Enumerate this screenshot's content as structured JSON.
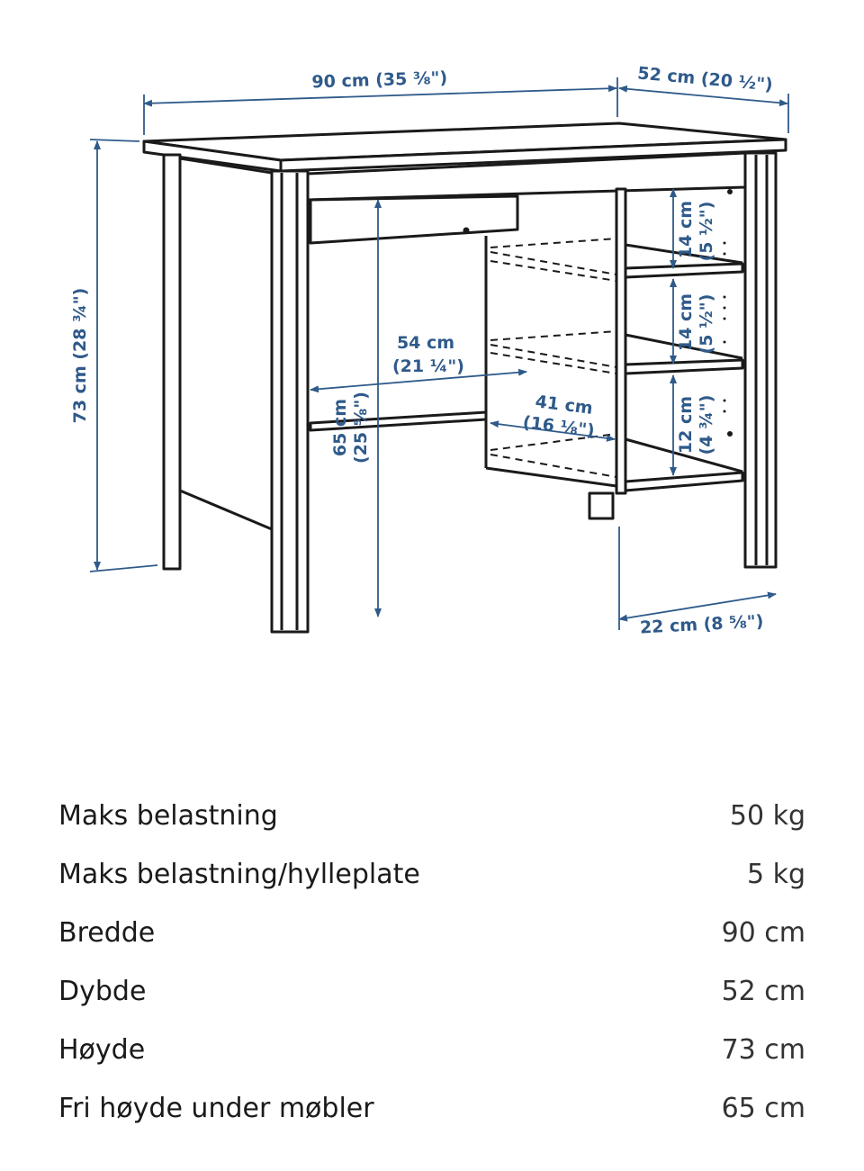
{
  "diagram": {
    "width_label": "90 cm (35 ⅜\")",
    "depth_label": "52 cm (20 ½\")",
    "height_label": "73 cm (28 ¾\")",
    "knee_width_label_1": "54 cm",
    "knee_width_label_2": "(21 ¼\")",
    "knee_height_label_1": "65 cm",
    "knee_height_label_2": "(25 ⅝\")",
    "knee_depth_label_1": "41 cm",
    "knee_depth_label_2": "(16 ⅛\")",
    "shelf_1_label_1": "14 cm",
    "shelf_1_label_2": "(5 ½\")",
    "shelf_2_label_1": "14 cm",
    "shelf_2_label_2": "(5 ½\")",
    "shelf_3_label_1": "12 cm",
    "shelf_3_label_2": "(4 ¾\")",
    "shelf_depth_label": "22 cm (8 ⅝\")",
    "line_color": "#1a1a1a",
    "dimension_color": "#2f5a8a"
  },
  "specs": [
    {
      "label": "Maks belastning",
      "value": "50 kg"
    },
    {
      "label": "Maks belastning/hylleplate",
      "value": "5 kg"
    },
    {
      "label": "Bredde",
      "value": "90 cm"
    },
    {
      "label": "Dybde",
      "value": "52 cm"
    },
    {
      "label": "Høyde",
      "value": "73 cm"
    },
    {
      "label": "Fri høyde under møbler",
      "value": "65 cm"
    }
  ]
}
